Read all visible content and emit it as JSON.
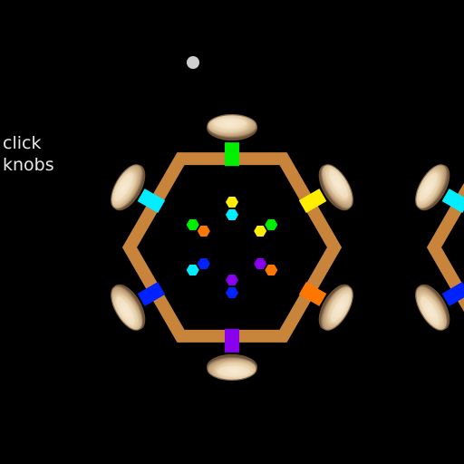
{
  "hint": {
    "text": "click\nknobs"
  },
  "colors": {
    "frame": "#c8843a",
    "frame_dark": "#9a5f22",
    "knob_face": "#e9d4b2",
    "knob_rim": "#8a6f52",
    "indicator": "#cfcfcf",
    "background": "#000000"
  },
  "puzzles": [
    {
      "id": "main",
      "bar_colors": [
        "#00ee00",
        "#ffee00",
        "#ff7700",
        "#8800ee",
        "#0022ff",
        "#00eeff"
      ],
      "inner_gems": [
        [
          "#ffee00",
          "#00eeff"
        ],
        [
          "#00ee00",
          "#ffee00"
        ],
        [
          "#ff7700",
          "#8800ee"
        ],
        [
          "#0022ff",
          "#8800ee"
        ],
        [
          "#00eeff",
          "#0022ff"
        ],
        [
          "#00ee00",
          "#ff7700"
        ]
      ]
    },
    {
      "id": "neighbor",
      "bar_colors": [
        "#00ee00",
        "#ffee00",
        "#ff7700",
        "#8800ee",
        "#0022ff",
        "#00eeff"
      ],
      "inner_gems": []
    }
  ],
  "status": {
    "indicator_icon": "dot-indicator-icon"
  }
}
